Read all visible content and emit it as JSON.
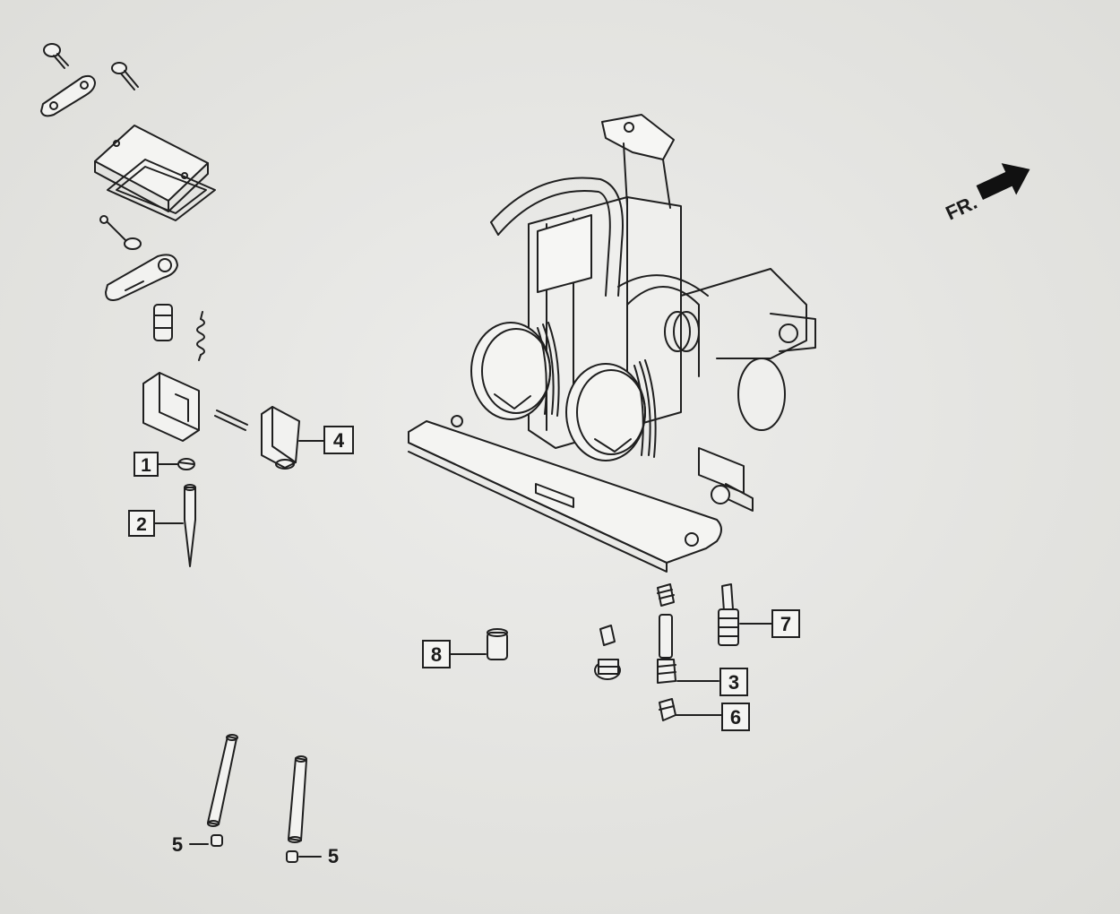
{
  "diagram": {
    "direction_marker": {
      "text": "FR.",
      "icon": "arrow-right-icon"
    },
    "callouts": [
      {
        "id": "c1",
        "number": "1"
      },
      {
        "id": "c2",
        "number": "2"
      },
      {
        "id": "c3",
        "number": "3"
      },
      {
        "id": "c4",
        "number": "4"
      },
      {
        "id": "c5a",
        "number": "5"
      },
      {
        "id": "c5b",
        "number": "5"
      },
      {
        "id": "c6",
        "number": "6"
      },
      {
        "id": "c7",
        "number": "7"
      },
      {
        "id": "c8",
        "number": "8"
      }
    ]
  }
}
